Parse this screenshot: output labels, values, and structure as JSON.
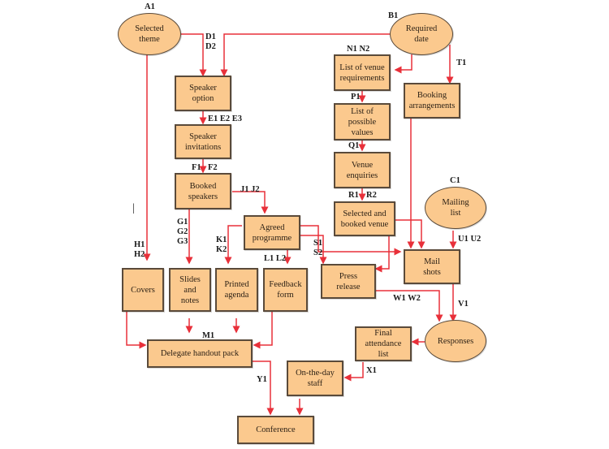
{
  "diagram": {
    "nodes": {
      "selected_theme": "Selected\ntheme",
      "required_date": "Required\ndate",
      "mailing_list": "Mailing\nlist",
      "responses": "Responses",
      "speaker_option": "Speaker\noption",
      "speaker_invitations": "Speaker\ninvitations",
      "booked_speakers": "Booked\nspeakers",
      "venue_requirements": "List of venue\nrequirements",
      "possible_values": "List of\npossible\nvalues",
      "venue_enquiries": "Venue\nenquiries",
      "selected_venue": "Selected and\nbooked venue",
      "booking_arrangements": "Booking\narrangements",
      "agreed_programme": "Agreed\nprogramme",
      "covers": "Covers",
      "slides_notes": "Slides\nand\nnotes",
      "printed_agenda": "Printed\nagenda",
      "feedback_form": "Feedback\nform",
      "press_release": "Press\nrelease",
      "mail_shots": "Mail\nshots",
      "final_attendance": "Final\nattendance\nlist",
      "on_the_day_staff": "On-the-day\nstaff",
      "delegate_pack": "Delegate handout pack",
      "conference": "Conference"
    },
    "labels": {
      "a1": "A1",
      "b1": "B1",
      "c1": "C1",
      "d": "D1\nD2",
      "e": "E1 E2 E3",
      "f1": "F1",
      "f2": "F2",
      "g": "G1\nG2\nG3",
      "h": "H1\nH2",
      "j": "J1 J2",
      "k": "K1\nK2",
      "l": "L1 L2",
      "m1": "M1",
      "n": "N1 N2",
      "p1": "P1",
      "q1": "Q1",
      "r1": "R1",
      "r2": "R2",
      "s": "S1\nS2",
      "t1": "T1",
      "u": "U1 U2",
      "v1": "V1",
      "w": "W1 W2",
      "x1": "X1",
      "y1": "Y1",
      "cursor_mark": "|"
    },
    "colors": {
      "node_fill": "#fbc98e",
      "edge": "#e8303a",
      "border": "#5a4a3a"
    }
  }
}
